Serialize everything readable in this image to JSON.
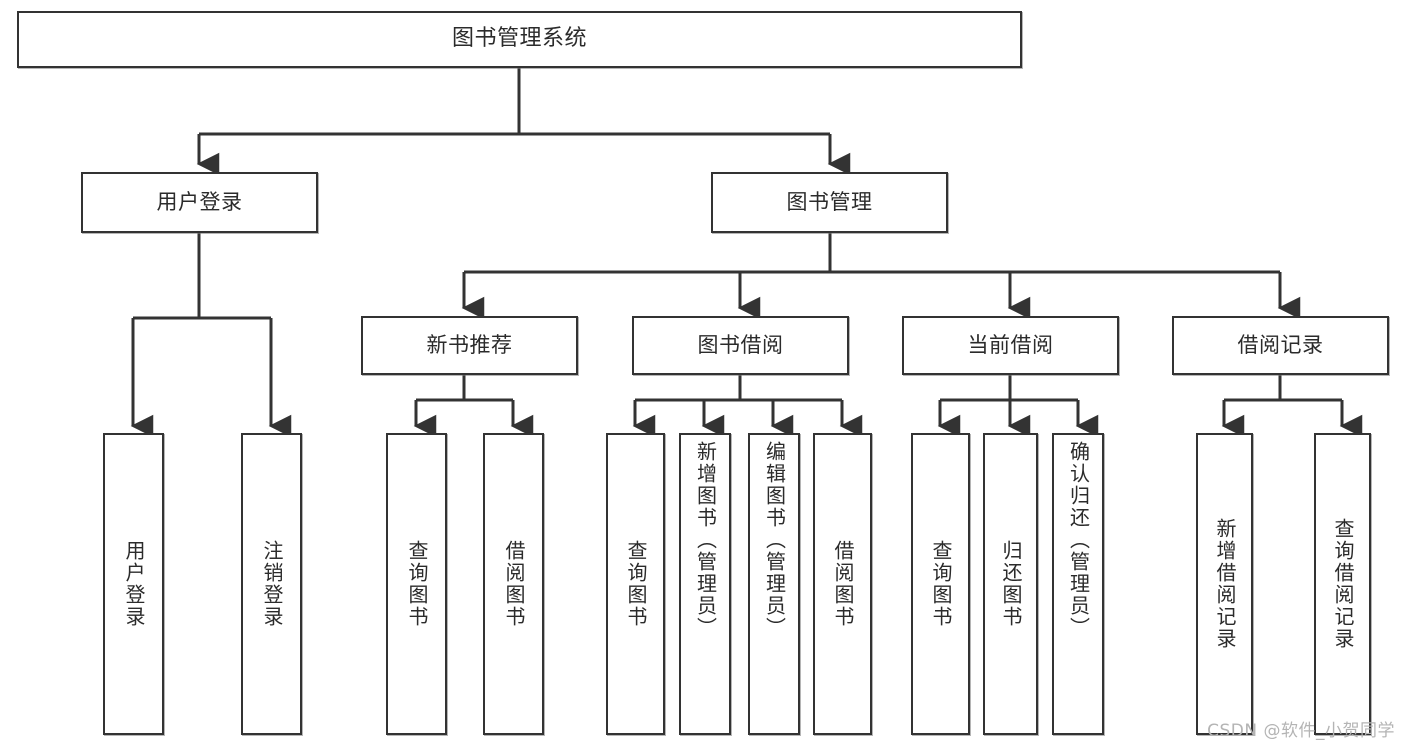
{
  "diagram": {
    "title": "图书管理系统",
    "type": "tree",
    "orientation": "top-down",
    "style": {
      "background": "#ffffff",
      "box_fill": "#ffffff",
      "box_border": "#333333",
      "text_color": "#2b2b2b",
      "connector_color": "#333333",
      "watermark_color": "#b4b4b4"
    },
    "root": {
      "label": "图书管理系统"
    },
    "level2": [
      {
        "label": "用户登录"
      },
      {
        "label": "图书管理"
      }
    ],
    "level3": [
      {
        "label": "新书推荐"
      },
      {
        "label": "图书借阅"
      },
      {
        "label": "当前借阅"
      },
      {
        "label": "借阅记录"
      }
    ],
    "leaves": {
      "user_login": [
        {
          "label": "用户登录"
        },
        {
          "label": "注销登录"
        }
      ],
      "new_book_recommend": [
        {
          "label": "查询图书"
        },
        {
          "label": "借阅图书"
        }
      ],
      "book_borrow": [
        {
          "label": "查询图书"
        },
        {
          "label": "新增图书（管理员）"
        },
        {
          "label": "编辑图书（管理员）"
        },
        {
          "label": "借阅图书"
        }
      ],
      "current_borrow": [
        {
          "label": "查询图书"
        },
        {
          "label": "归还图书"
        },
        {
          "label": "确认归还（管理员）"
        }
      ],
      "borrow_record": [
        {
          "label": "新增借阅记录"
        },
        {
          "label": "查询借阅记录"
        }
      ]
    }
  },
  "watermark": {
    "text": "CSDN @软件_小贺同学"
  }
}
